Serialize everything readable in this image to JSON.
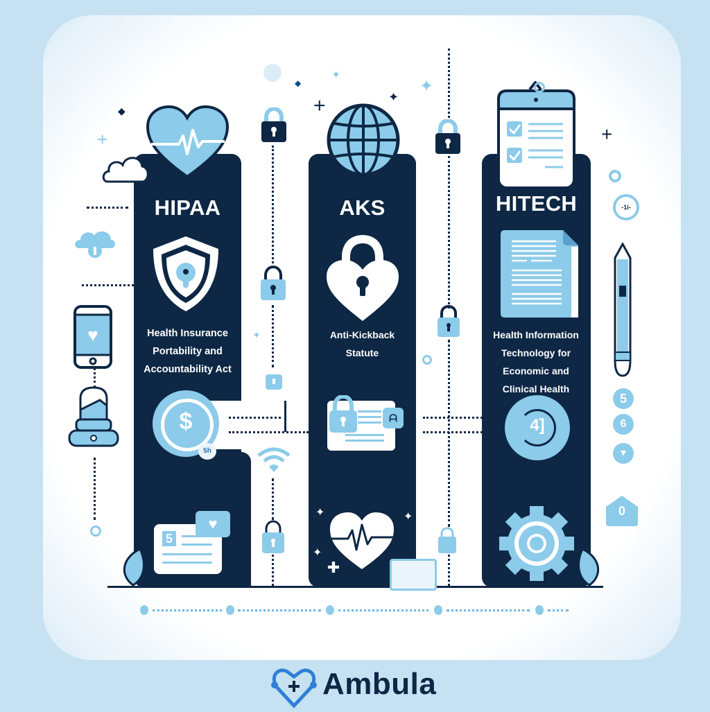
{
  "columns": [
    {
      "id": "hipaa",
      "title": "HIPAA",
      "description_lines": [
        "Health Insurance",
        "Portability and",
        "Accountability Act"
      ],
      "top_icon": "heart-pulse-icon",
      "main_icon": "shield-keyhole-icon"
    },
    {
      "id": "aks",
      "title": "AKS",
      "description_lines": [
        "Anti-Kickback",
        "Statute"
      ],
      "top_icon": "globe-icon",
      "main_icon": "heart-padlock-icon"
    },
    {
      "id": "hitech",
      "title": "HITECH",
      "description_lines": [
        "Health Information",
        "Technology for",
        "Economic and",
        "Clinical Health"
      ],
      "top_icon": "checklist-clipboard-icon",
      "main_icon": "document-icon"
    }
  ],
  "decorations": {
    "dollar_badge": "$",
    "dollar_sub_badge": "5h",
    "card_number": "5",
    "hitech_badge": "4]",
    "side_badges": [
      "5",
      "6"
    ],
    "home_badge": "0",
    "pill_badge": "-1i-"
  },
  "brand": {
    "name": "Ambula",
    "logo_icon": "heart-plus-stethoscope-icon"
  },
  "colors": {
    "background": "#c6e2f2",
    "navy": "#0d2744",
    "light_blue": "#8ccbea",
    "white": "#ffffff"
  }
}
